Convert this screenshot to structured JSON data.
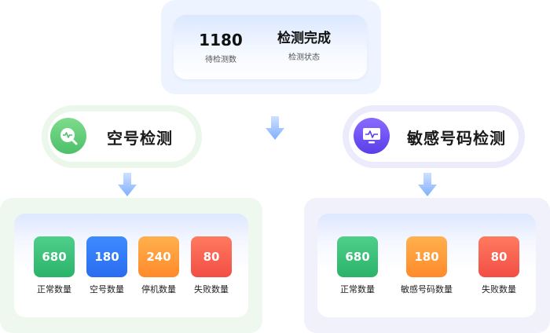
{
  "summary": {
    "pending_count": "1180",
    "pending_label": "待检测数",
    "status_value": "检测完成",
    "status_label": "检测状态"
  },
  "categories": [
    {
      "title": "空号检测",
      "icon": "magnifier-pulse-icon",
      "accent": "#5ccb76",
      "stats": [
        {
          "value": "680",
          "label": "正常数量",
          "color": "#3cc07a"
        },
        {
          "value": "180",
          "label": "空号数量",
          "color": "#3478ff"
        },
        {
          "value": "240",
          "label": "停机数量",
          "color": "#ff9a3a"
        },
        {
          "value": "80",
          "label": "失败数量",
          "color": "#f55a4d"
        }
      ]
    },
    {
      "title": "敏感号码检测",
      "icon": "monitor-pulse-icon",
      "accent": "#6b4df2",
      "stats": [
        {
          "value": "680",
          "label": "正常数量",
          "color": "#3cc07a"
        },
        {
          "value": "180",
          "label": "敏感号码数量",
          "color": "#ff9a3a"
        },
        {
          "value": "80",
          "label": "失败数量",
          "color": "#f55a4d"
        }
      ]
    }
  ]
}
